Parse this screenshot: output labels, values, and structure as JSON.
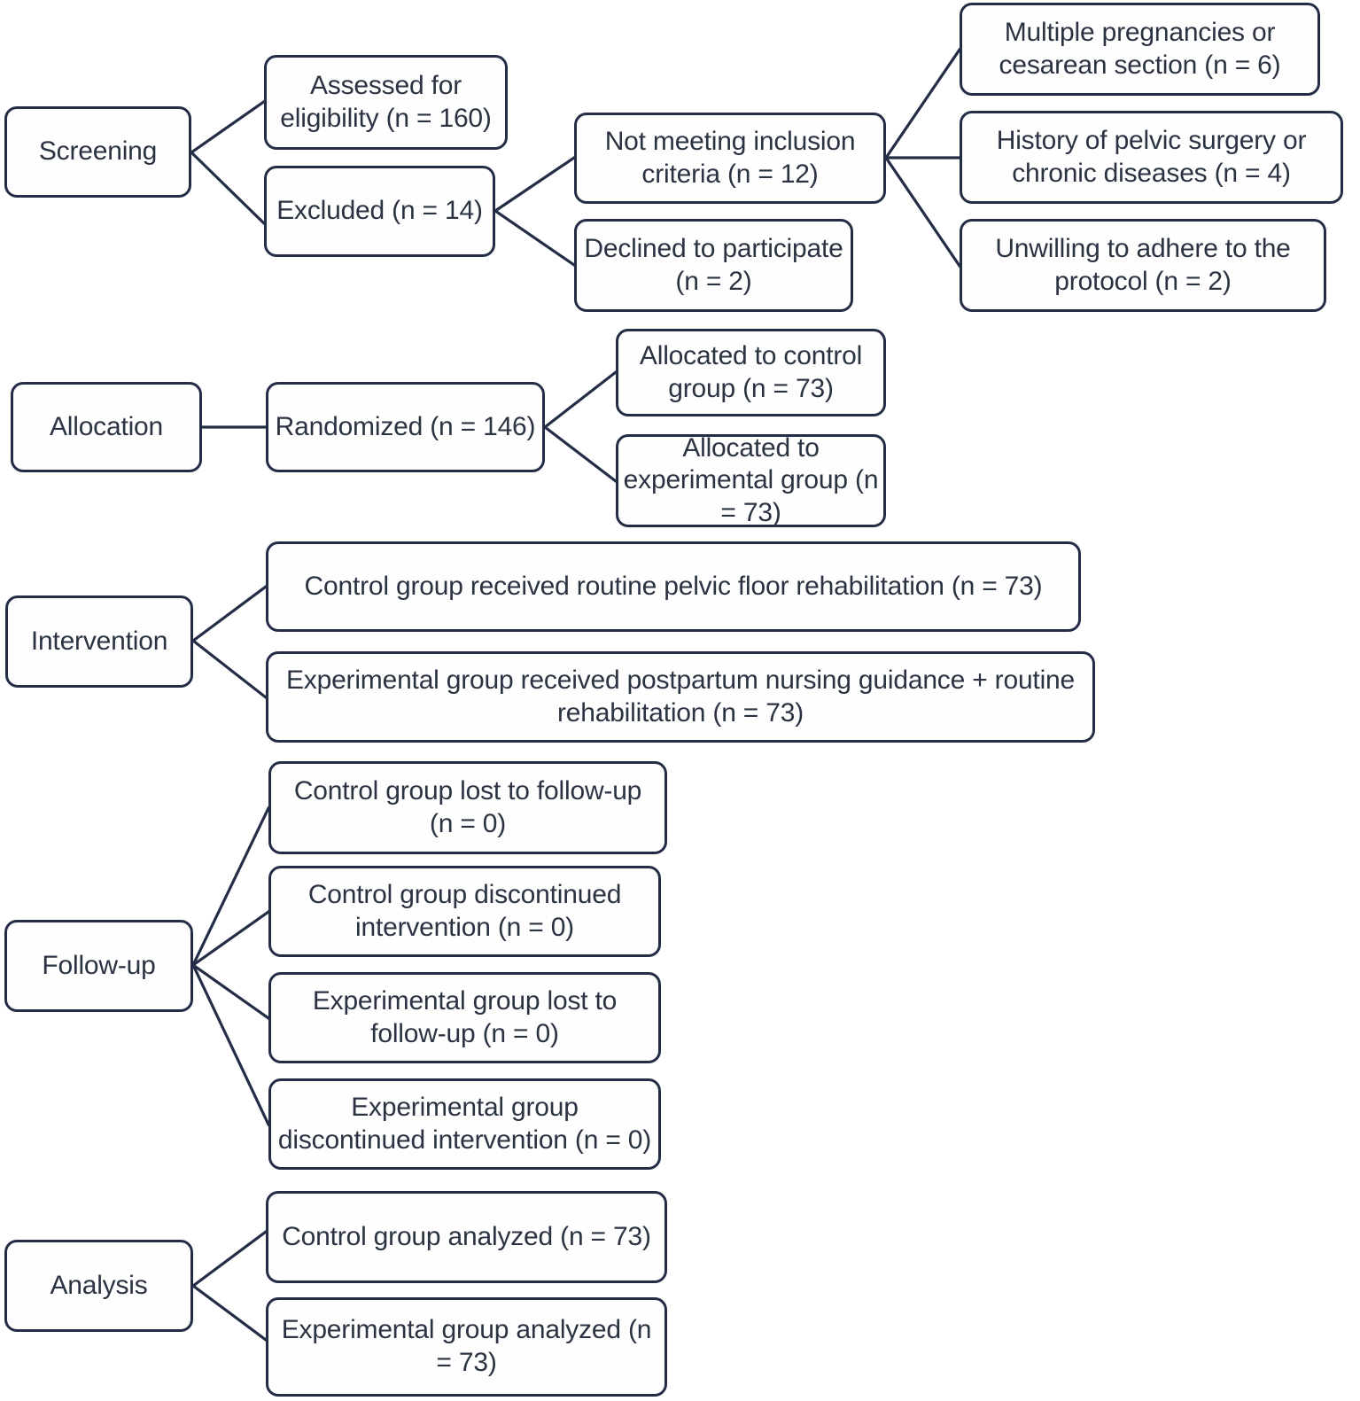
{
  "figure": {
    "type": "consort-flow-diagram",
    "border_color": "#232d46",
    "text_color": "#2b3343",
    "background": "#ffffff"
  },
  "stages": [
    {
      "id": "screening",
      "label": "Screening"
    },
    {
      "id": "allocation",
      "label": "Allocation"
    },
    {
      "id": "intervention",
      "label": "Intervention"
    },
    {
      "id": "followup",
      "label": "Follow-up"
    },
    {
      "id": "analysis",
      "label": "Analysis"
    }
  ],
  "screening": {
    "assessed": "Assessed for\neligibility (n = 160)",
    "excluded": "Excluded (n = 14)",
    "not_meeting": "Not meeting inclusion\ncriteria (n = 12)",
    "declined": "Declined to participate\n(n = 2)",
    "reasons": [
      "Multiple pregnancies or\ncesarean section (n = 6)",
      "History of pelvic surgery or\nchronic diseases (n = 4)",
      "Unwilling to adhere to the\nprotocol (n = 2)"
    ]
  },
  "allocation": {
    "randomized": "Randomized (n = 146)",
    "control": "Allocated to control\ngroup (n = 73)",
    "experimental": "Allocated to\nexperimental group (n\n= 73)"
  },
  "intervention": {
    "control": "Control group received routine pelvic floor rehabilitation (n = 73)",
    "experimental": "Experimental group received postpartum nursing guidance + routine\nrehabilitation (n = 73)"
  },
  "followup": {
    "control_lost": "Control group lost to follow-up\n(n = 0)",
    "control_discontinued": "Control group discontinued\nintervention (n = 0)",
    "experimental_lost": "Experimental group lost to\nfollow-up (n = 0)",
    "experimental_discontinued": "Experimental group\ndiscontinued intervention (n = 0)"
  },
  "analysis": {
    "control": "Control group analyzed (n = 73)",
    "experimental": "Experimental group analyzed (n\n= 73)"
  },
  "counts": {
    "assessed_for_eligibility": 160,
    "excluded_total": 14,
    "not_meeting_inclusion_criteria": 12,
    "declined_to_participate": 2,
    "multiple_pregnancies_or_cesarean": 6,
    "history_pelvic_surgery_chronic": 4,
    "unwilling_to_adhere": 2,
    "randomized": 146,
    "allocated_control": 73,
    "allocated_experimental": 73,
    "intervention_control": 73,
    "intervention_experimental": 73,
    "control_lost_to_followup": 0,
    "control_discontinued": 0,
    "experimental_lost_to_followup": 0,
    "experimental_discontinued": 0,
    "analyzed_control": 73,
    "analyzed_experimental": 73
  }
}
